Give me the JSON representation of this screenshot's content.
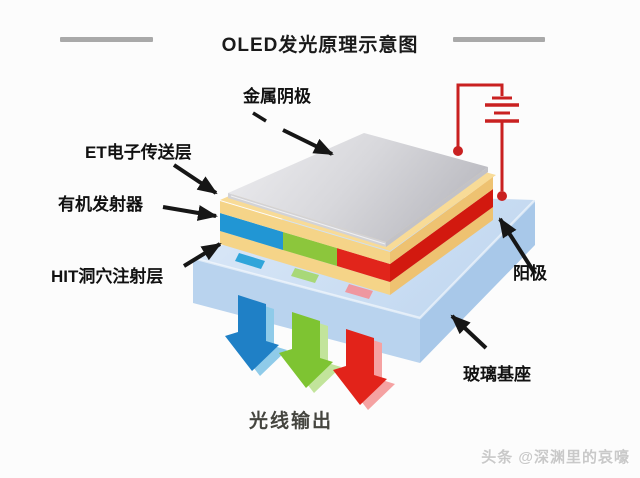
{
  "title": "OLED发光原理示意图",
  "labels": {
    "metal_cathode": "金属阴极",
    "et_transport_layer": "ET电子传送层",
    "organic_emitter": "有机发射器",
    "hit_injection_layer": "HIT洞穴注射层",
    "anode": "阳极",
    "glass_base": "玻璃基座",
    "light_output": "光线输出"
  },
  "watermark": "头条 @深渊里的哀嚎",
  "diagram": {
    "structure": [
      {
        "layer": "金属阴极",
        "color": "#d9d9dc"
      },
      {
        "layer": "ET电子传送层",
        "color": "#f5d488"
      },
      {
        "layer": "有机发射器",
        "segment_colors": [
          "#2196d4",
          "#8cc63c",
          "#e1251b"
        ]
      },
      {
        "layer": "HIT洞穴注射层",
        "color": "#f5d488"
      },
      {
        "layer": "玻璃基座",
        "color": "#c5dcf2"
      }
    ],
    "light_arrows": [
      {
        "name": "blue-light",
        "color": "#1f80c6"
      },
      {
        "name": "green-light",
        "color": "#7ec432"
      },
      {
        "name": "red-light",
        "color": "#e2231a"
      }
    ],
    "circuit_color": "#c92121",
    "label_arrow_color": "#161616",
    "title_bar_color": "#a9a9a9"
  }
}
